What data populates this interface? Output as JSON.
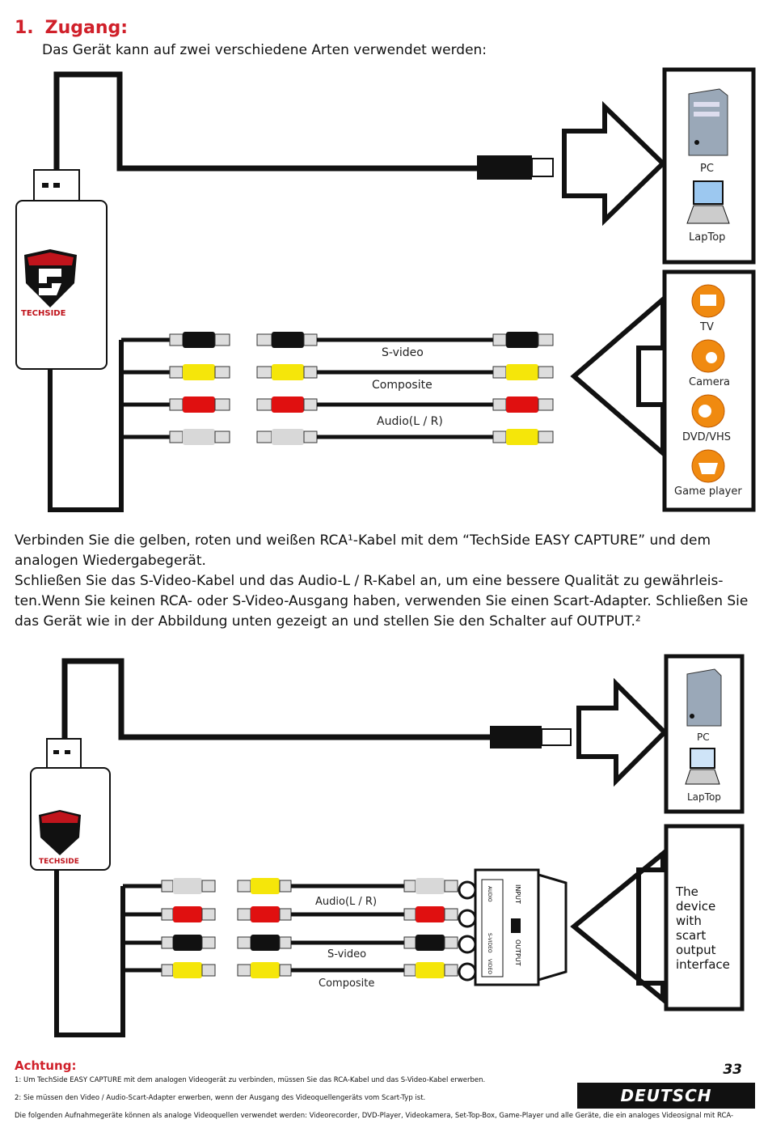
{
  "section": {
    "number": "1.",
    "title": "Zugang:",
    "intro": "Das Gerät kann auf zwei verschiedene Arten verwendet werden:"
  },
  "diagram1": {
    "brand": "TECHSIDE",
    "cable_labels": [
      "S-video",
      "Composite",
      "Audio(L / R)"
    ],
    "targets": [
      "PC",
      "LapTop"
    ],
    "sources": [
      "TV",
      "Camera",
      "DVD/VHS",
      "Game player"
    ]
  },
  "body": {
    "para1": "Verbinden Sie die gelben, roten und weißen RCA¹-Kabel mit dem “TechSide EASY CAPTURE” und dem analogen Wiedergabegerät.",
    "para2": "Schließen Sie das S-Video-Kabel und das Audio-L / R-Kabel an, um eine bessere Qualität zu gewährleis-ten.Wenn Sie keinen RCA- oder S-Video-Ausgang haben, verwenden Sie einen Scart-Adapter. Schließen Sie das Gerät wie in der Abbildung unten gezeigt an und stellen Sie den Schalter auf OUTPUT.²"
  },
  "diagram2": {
    "brand": "TECHSIDE",
    "cable_labels": [
      "Audio(L / R)",
      "S-video",
      "Composite"
    ],
    "targets": [
      "PC",
      "LapTop"
    ],
    "scart_labels": [
      "INPUT",
      "OUTPUT",
      "AUDIO",
      "S-VIDEO",
      "VIDEO"
    ],
    "source": [
      "The",
      "device",
      "with",
      "scart",
      "output",
      "interface"
    ]
  },
  "footer": {
    "achtung": "Achtung:",
    "fn1": "1: Um TechSide EASY CAPTURE mit dem analogen Videogerät zu verbinden, müssen Sie das RCA-Kabel und das S-Video-Kabel erwerben.",
    "fn2": "2: Sie müssen den Video / Audio-Scart-Adapter erwerben, wenn der Ausgang des Videoquellengeräts vom Scart-Typ ist.",
    "fn3": "Die folgenden Aufnahmegeräte können als analoge Videoquellen verwendet werden: Videorecorder, DVD-Player, Videokamera, Set-Top-Box, Game-Player und alle Geräte, die ein analoges Videosignal mit RCA-",
    "page": "33",
    "language": "DEUTSCH"
  },
  "colors": {
    "accent": "#d0202a",
    "yellow": "#f5e60a",
    "red": "#e01010",
    "white_plug": "#d8d8d8",
    "orange_icon": "#f08a10"
  }
}
